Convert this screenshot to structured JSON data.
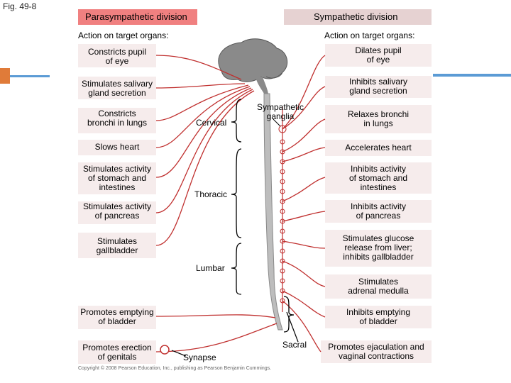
{
  "figure_label": "Fig. 49-8",
  "para": {
    "title": "Parasympathetic division",
    "subtitle": "Action on target organs:",
    "items": [
      "Constricts pupil\nof eye",
      "Stimulates salivary\ngland secretion",
      "Constricts\nbronchi in lungs",
      "Slows heart",
      "Stimulates activity\nof stomach and\nintestines",
      "Stimulates activity\nof pancreas",
      "Stimulates\ngallbladder",
      "Promotes emptying\nof bladder",
      "Promotes erection\nof genitals"
    ]
  },
  "symp": {
    "title": "Sympathetic division",
    "subtitle": "Action on target organs:",
    "items": [
      "Dilates pupil\nof eye",
      "Inhibits salivary\ngland secretion",
      "Relaxes bronchi\nin lungs",
      "Accelerates heart",
      "Inhibits activity\nof stomach and\nintestines",
      "Inhibits activity\nof pancreas",
      "Stimulates glucose\nrelease from liver;\ninhibits gallbladder",
      "Stimulates\nadrenal medulla",
      "Inhibits emptying\nof bladder",
      "Promotes ejaculation and\nvaginal contractions"
    ]
  },
  "center": {
    "ganglia": "Sympathetic\nganglia",
    "cervical": "Cervical",
    "thoracic": "Thoracic",
    "lumbar": "Lumbar",
    "sacral": "Sacral",
    "synapse": "Synapse"
  },
  "credit": "Copyright © 2008 Pearson Education, Inc., publishing as Pearson Benjamin Cummings.",
  "colors": {
    "header_para": "#f08080",
    "header_symp": "#e6d2d2",
    "box": "#f6ecec",
    "nerve": "#c0302f",
    "cord": "#b8b8b8",
    "accent_blue": "#5b9bd5",
    "accent_orange": "#e07b39"
  }
}
